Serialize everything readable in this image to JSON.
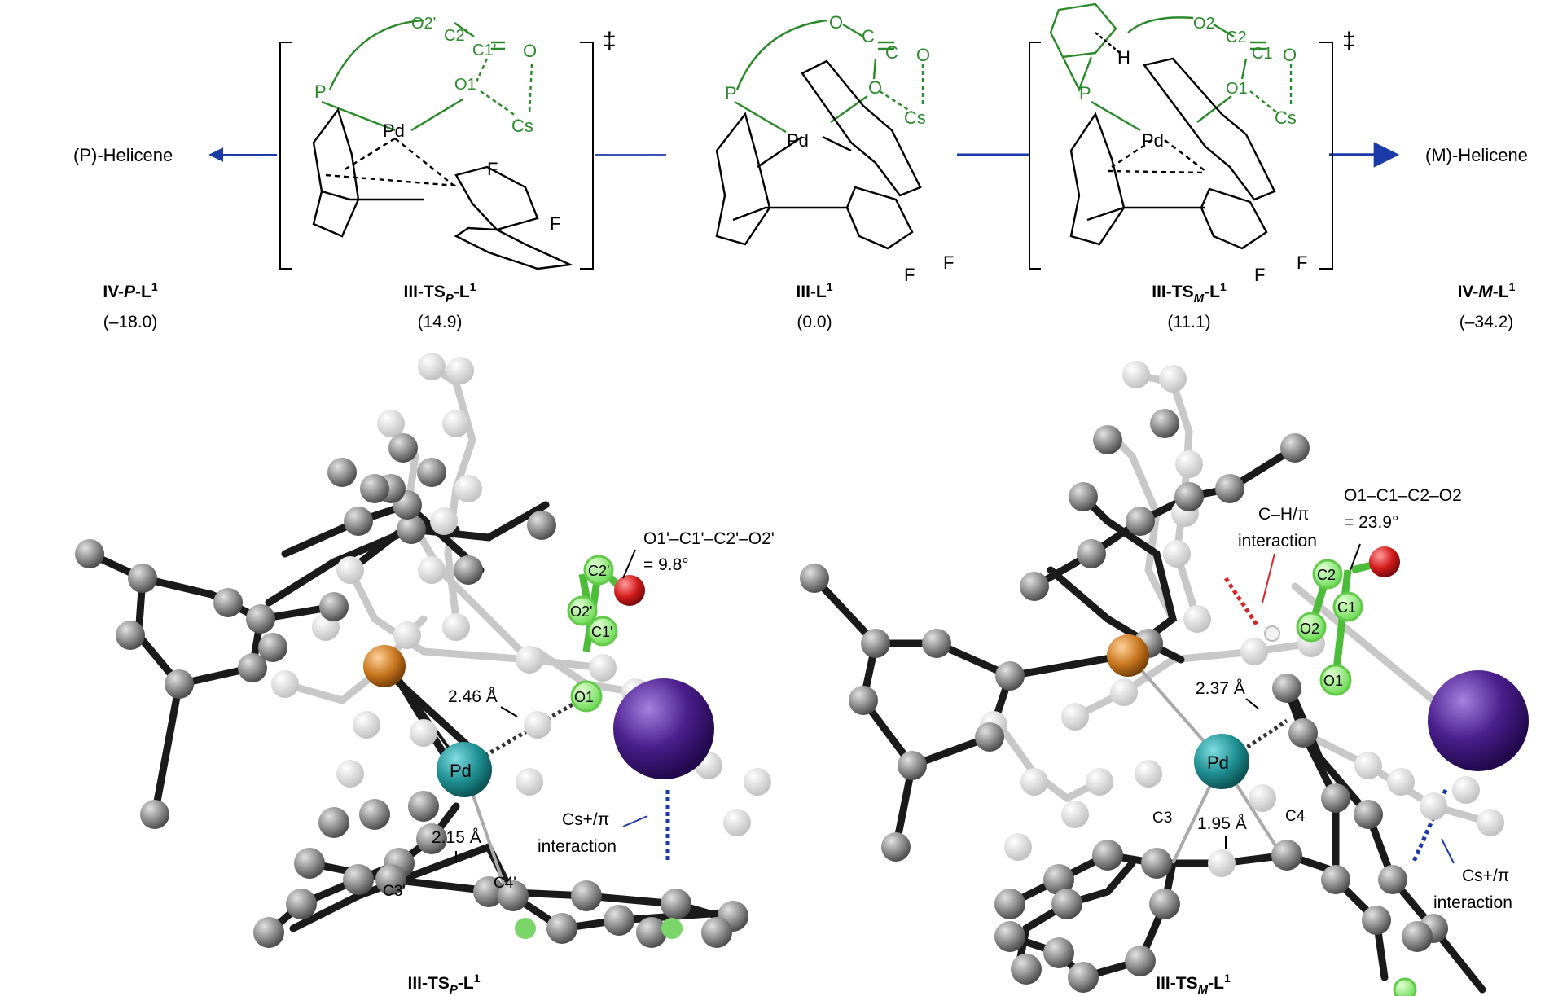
{
  "top": {
    "left_product": "(P)-Helicene",
    "right_product": "(M)-Helicene",
    "dagger": "‡",
    "compounds": [
      {
        "id": "iv_p",
        "label": "IV-P-L1",
        "energy": "(–18.0)"
      },
      {
        "id": "ts_p",
        "label": "III-TSP-L1",
        "energy": "(14.9)"
      },
      {
        "id": "iii",
        "label": "III-L1",
        "energy": "(0.0)"
      },
      {
        "id": "ts_m",
        "label": "III-TSM-L1",
        "energy": "(11.1)"
      },
      {
        "id": "iv_m",
        "label": "IV-M-L1",
        "energy": "(–34.2)"
      }
    ],
    "atoms": {
      "pd": "Pd",
      "p": "P",
      "cs": "Cs",
      "f": "F",
      "h": "H",
      "o": "O",
      "c": "C",
      "o2p": "O2'",
      "c2p": "C2'",
      "c1p": "C1'",
      "o1p": "O1'",
      "o2": "O2",
      "c2": "C2",
      "c1": "C1",
      "o1": "O1"
    }
  },
  "bottom": {
    "left": {
      "caption": "III-TSP-L1",
      "dihedral_line1": "O1'–C1'–C2'–O2'",
      "dihedral_line2": "= 9.8°",
      "dist_pd_c": "2.46 Å",
      "dist_c3_c4": "2.15 Å",
      "cs_pi_1": "Cs+/π",
      "cs_pi_2": "interaction",
      "pd": "Pd",
      "atom_c2": "C2'",
      "atom_o2": "O2'",
      "atom_c1": "C1'",
      "atom_o1": "O1",
      "atom_c3": "C3'",
      "atom_c4": "C4'"
    },
    "right": {
      "caption": "III-TSM-L1",
      "dihedral_line1": "O1–C1–C2–O2",
      "dihedral_line2": "= 23.9°",
      "ch_pi_1": "C–H/π",
      "ch_pi_2": "interaction",
      "dist_pd_c": "2.37 Å",
      "dist_c3_c4": "1.95 Å",
      "cs_pi_1": "Cs+/π",
      "cs_pi_2": "interaction",
      "pd": "Pd",
      "atom_c2": "C2",
      "atom_o2": "O2",
      "atom_c1": "C1",
      "atom_o1": "O1",
      "atom_c3": "C3",
      "atom_c4": "C4"
    }
  },
  "colors": {
    "carbon": "#8a8a8a",
    "carbon_light": "#cfcfcf",
    "pd": "#1e8f92",
    "cs": "#4a1e8c",
    "oxygen": "#d21a1a",
    "phosphorus": "#c8761e",
    "green": "#2a8a2a",
    "arrow": "#1a3aa8",
    "red_dash": "#d6262b"
  }
}
